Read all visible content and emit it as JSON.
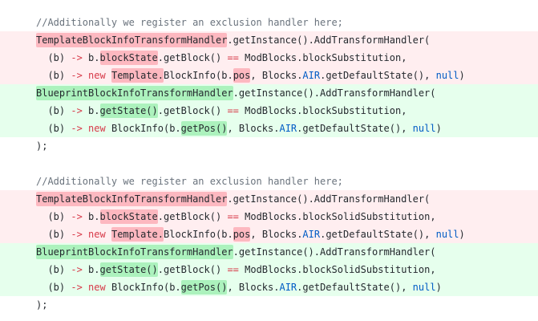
{
  "diff": {
    "colors": {
      "removed_bg": "#ffeef0",
      "removed_highlight": "#fdb8c0",
      "added_bg": "#e6ffed",
      "added_highlight": "#acf2bd",
      "comment": "#6a737d",
      "plain": "#24292e",
      "keyword": "#d73a49",
      "constant": "#005cc5"
    },
    "lines": [
      {
        "type": "context",
        "segments": [
          {
            "style": "comment",
            "text": "//Additionally we register an exclusion handler here;"
          }
        ]
      },
      {
        "type": "removed",
        "segments": [
          {
            "style": "highlight",
            "text": "TemplateBlockInfoTransformHandler"
          },
          {
            "style": "plain",
            "text": ".getInstance().AddTransformHandler("
          }
        ]
      },
      {
        "type": "removed",
        "segments": [
          {
            "style": "plain",
            "text": "  (b) "
          },
          {
            "style": "keyword",
            "text": "->"
          },
          {
            "style": "plain",
            "text": " b."
          },
          {
            "style": "highlight",
            "text": "blockState"
          },
          {
            "style": "plain",
            "text": ".getBlock() "
          },
          {
            "style": "keyword",
            "text": "=="
          },
          {
            "style": "plain",
            "text": " ModBlocks.blockSubstitution,"
          }
        ]
      },
      {
        "type": "removed",
        "segments": [
          {
            "style": "plain",
            "text": "  (b) "
          },
          {
            "style": "keyword",
            "text": "->"
          },
          {
            "style": "plain",
            "text": " "
          },
          {
            "style": "keyword",
            "text": "new"
          },
          {
            "style": "plain",
            "text": " "
          },
          {
            "style": "highlight",
            "text": "Template."
          },
          {
            "style": "plain",
            "text": "BlockInfo(b."
          },
          {
            "style": "highlight",
            "text": "pos"
          },
          {
            "style": "plain",
            "text": ", Blocks."
          },
          {
            "style": "constant",
            "text": "AIR"
          },
          {
            "style": "plain",
            "text": ".getDefaultState(), "
          },
          {
            "style": "constant",
            "text": "null"
          },
          {
            "style": "plain",
            "text": ")"
          }
        ]
      },
      {
        "type": "added",
        "segments": [
          {
            "style": "highlight",
            "text": "BlueprintBlockInfoTransformHandler"
          },
          {
            "style": "plain",
            "text": ".getInstance().AddTransformHandler("
          }
        ]
      },
      {
        "type": "added",
        "segments": [
          {
            "style": "plain",
            "text": "  (b) "
          },
          {
            "style": "keyword",
            "text": "->"
          },
          {
            "style": "plain",
            "text": " b."
          },
          {
            "style": "highlight",
            "text": "getState()"
          },
          {
            "style": "plain",
            "text": ".getBlock() "
          },
          {
            "style": "keyword",
            "text": "=="
          },
          {
            "style": "plain",
            "text": " ModBlocks.blockSubstitution,"
          }
        ]
      },
      {
        "type": "added",
        "segments": [
          {
            "style": "plain",
            "text": "  (b) "
          },
          {
            "style": "keyword",
            "text": "->"
          },
          {
            "style": "plain",
            "text": " "
          },
          {
            "style": "keyword",
            "text": "new"
          },
          {
            "style": "plain",
            "text": " BlockInfo(b."
          },
          {
            "style": "highlight",
            "text": "getPos()"
          },
          {
            "style": "plain",
            "text": ", Blocks."
          },
          {
            "style": "constant",
            "text": "AIR"
          },
          {
            "style": "plain",
            "text": ".getDefaultState(), "
          },
          {
            "style": "constant",
            "text": "null"
          },
          {
            "style": "plain",
            "text": ")"
          }
        ]
      },
      {
        "type": "context",
        "segments": [
          {
            "style": "plain",
            "text": ");"
          }
        ]
      },
      {
        "type": "context",
        "segments": []
      },
      {
        "type": "context",
        "segments": [
          {
            "style": "comment",
            "text": "//Additionally we register an exclusion handler here;"
          }
        ]
      },
      {
        "type": "removed",
        "segments": [
          {
            "style": "highlight",
            "text": "TemplateBlockInfoTransformHandler"
          },
          {
            "style": "plain",
            "text": ".getInstance().AddTransformHandler("
          }
        ]
      },
      {
        "type": "removed",
        "segments": [
          {
            "style": "plain",
            "text": "  (b) "
          },
          {
            "style": "keyword",
            "text": "->"
          },
          {
            "style": "plain",
            "text": " b."
          },
          {
            "style": "highlight",
            "text": "blockState"
          },
          {
            "style": "plain",
            "text": ".getBlock() "
          },
          {
            "style": "keyword",
            "text": "=="
          },
          {
            "style": "plain",
            "text": " ModBlocks.blockSolidSubstitution,"
          }
        ]
      },
      {
        "type": "removed",
        "segments": [
          {
            "style": "plain",
            "text": "  (b) "
          },
          {
            "style": "keyword",
            "text": "->"
          },
          {
            "style": "plain",
            "text": " "
          },
          {
            "style": "keyword",
            "text": "new"
          },
          {
            "style": "plain",
            "text": " "
          },
          {
            "style": "highlight",
            "text": "Template."
          },
          {
            "style": "plain",
            "text": "BlockInfo(b."
          },
          {
            "style": "highlight",
            "text": "pos"
          },
          {
            "style": "plain",
            "text": ", Blocks."
          },
          {
            "style": "constant",
            "text": "AIR"
          },
          {
            "style": "plain",
            "text": ".getDefaultState(), "
          },
          {
            "style": "constant",
            "text": "null"
          },
          {
            "style": "plain",
            "text": ")"
          }
        ]
      },
      {
        "type": "added",
        "segments": [
          {
            "style": "highlight",
            "text": "BlueprintBlockInfoTransformHandler"
          },
          {
            "style": "plain",
            "text": ".getInstance().AddTransformHandler("
          }
        ]
      },
      {
        "type": "added",
        "segments": [
          {
            "style": "plain",
            "text": "  (b) "
          },
          {
            "style": "keyword",
            "text": "->"
          },
          {
            "style": "plain",
            "text": " b."
          },
          {
            "style": "highlight",
            "text": "getState()"
          },
          {
            "style": "plain",
            "text": ".getBlock() "
          },
          {
            "style": "keyword",
            "text": "=="
          },
          {
            "style": "plain",
            "text": " ModBlocks.blockSolidSubstitution,"
          }
        ]
      },
      {
        "type": "added",
        "segments": [
          {
            "style": "plain",
            "text": "  (b) "
          },
          {
            "style": "keyword",
            "text": "->"
          },
          {
            "style": "plain",
            "text": " "
          },
          {
            "style": "keyword",
            "text": "new"
          },
          {
            "style": "plain",
            "text": " BlockInfo(b."
          },
          {
            "style": "highlight",
            "text": "getPos()"
          },
          {
            "style": "plain",
            "text": ", Blocks."
          },
          {
            "style": "constant",
            "text": "AIR"
          },
          {
            "style": "plain",
            "text": ".getDefaultState(), "
          },
          {
            "style": "constant",
            "text": "null"
          },
          {
            "style": "plain",
            "text": ")"
          }
        ]
      },
      {
        "type": "context",
        "segments": [
          {
            "style": "plain",
            "text": ");"
          }
        ]
      }
    ]
  }
}
